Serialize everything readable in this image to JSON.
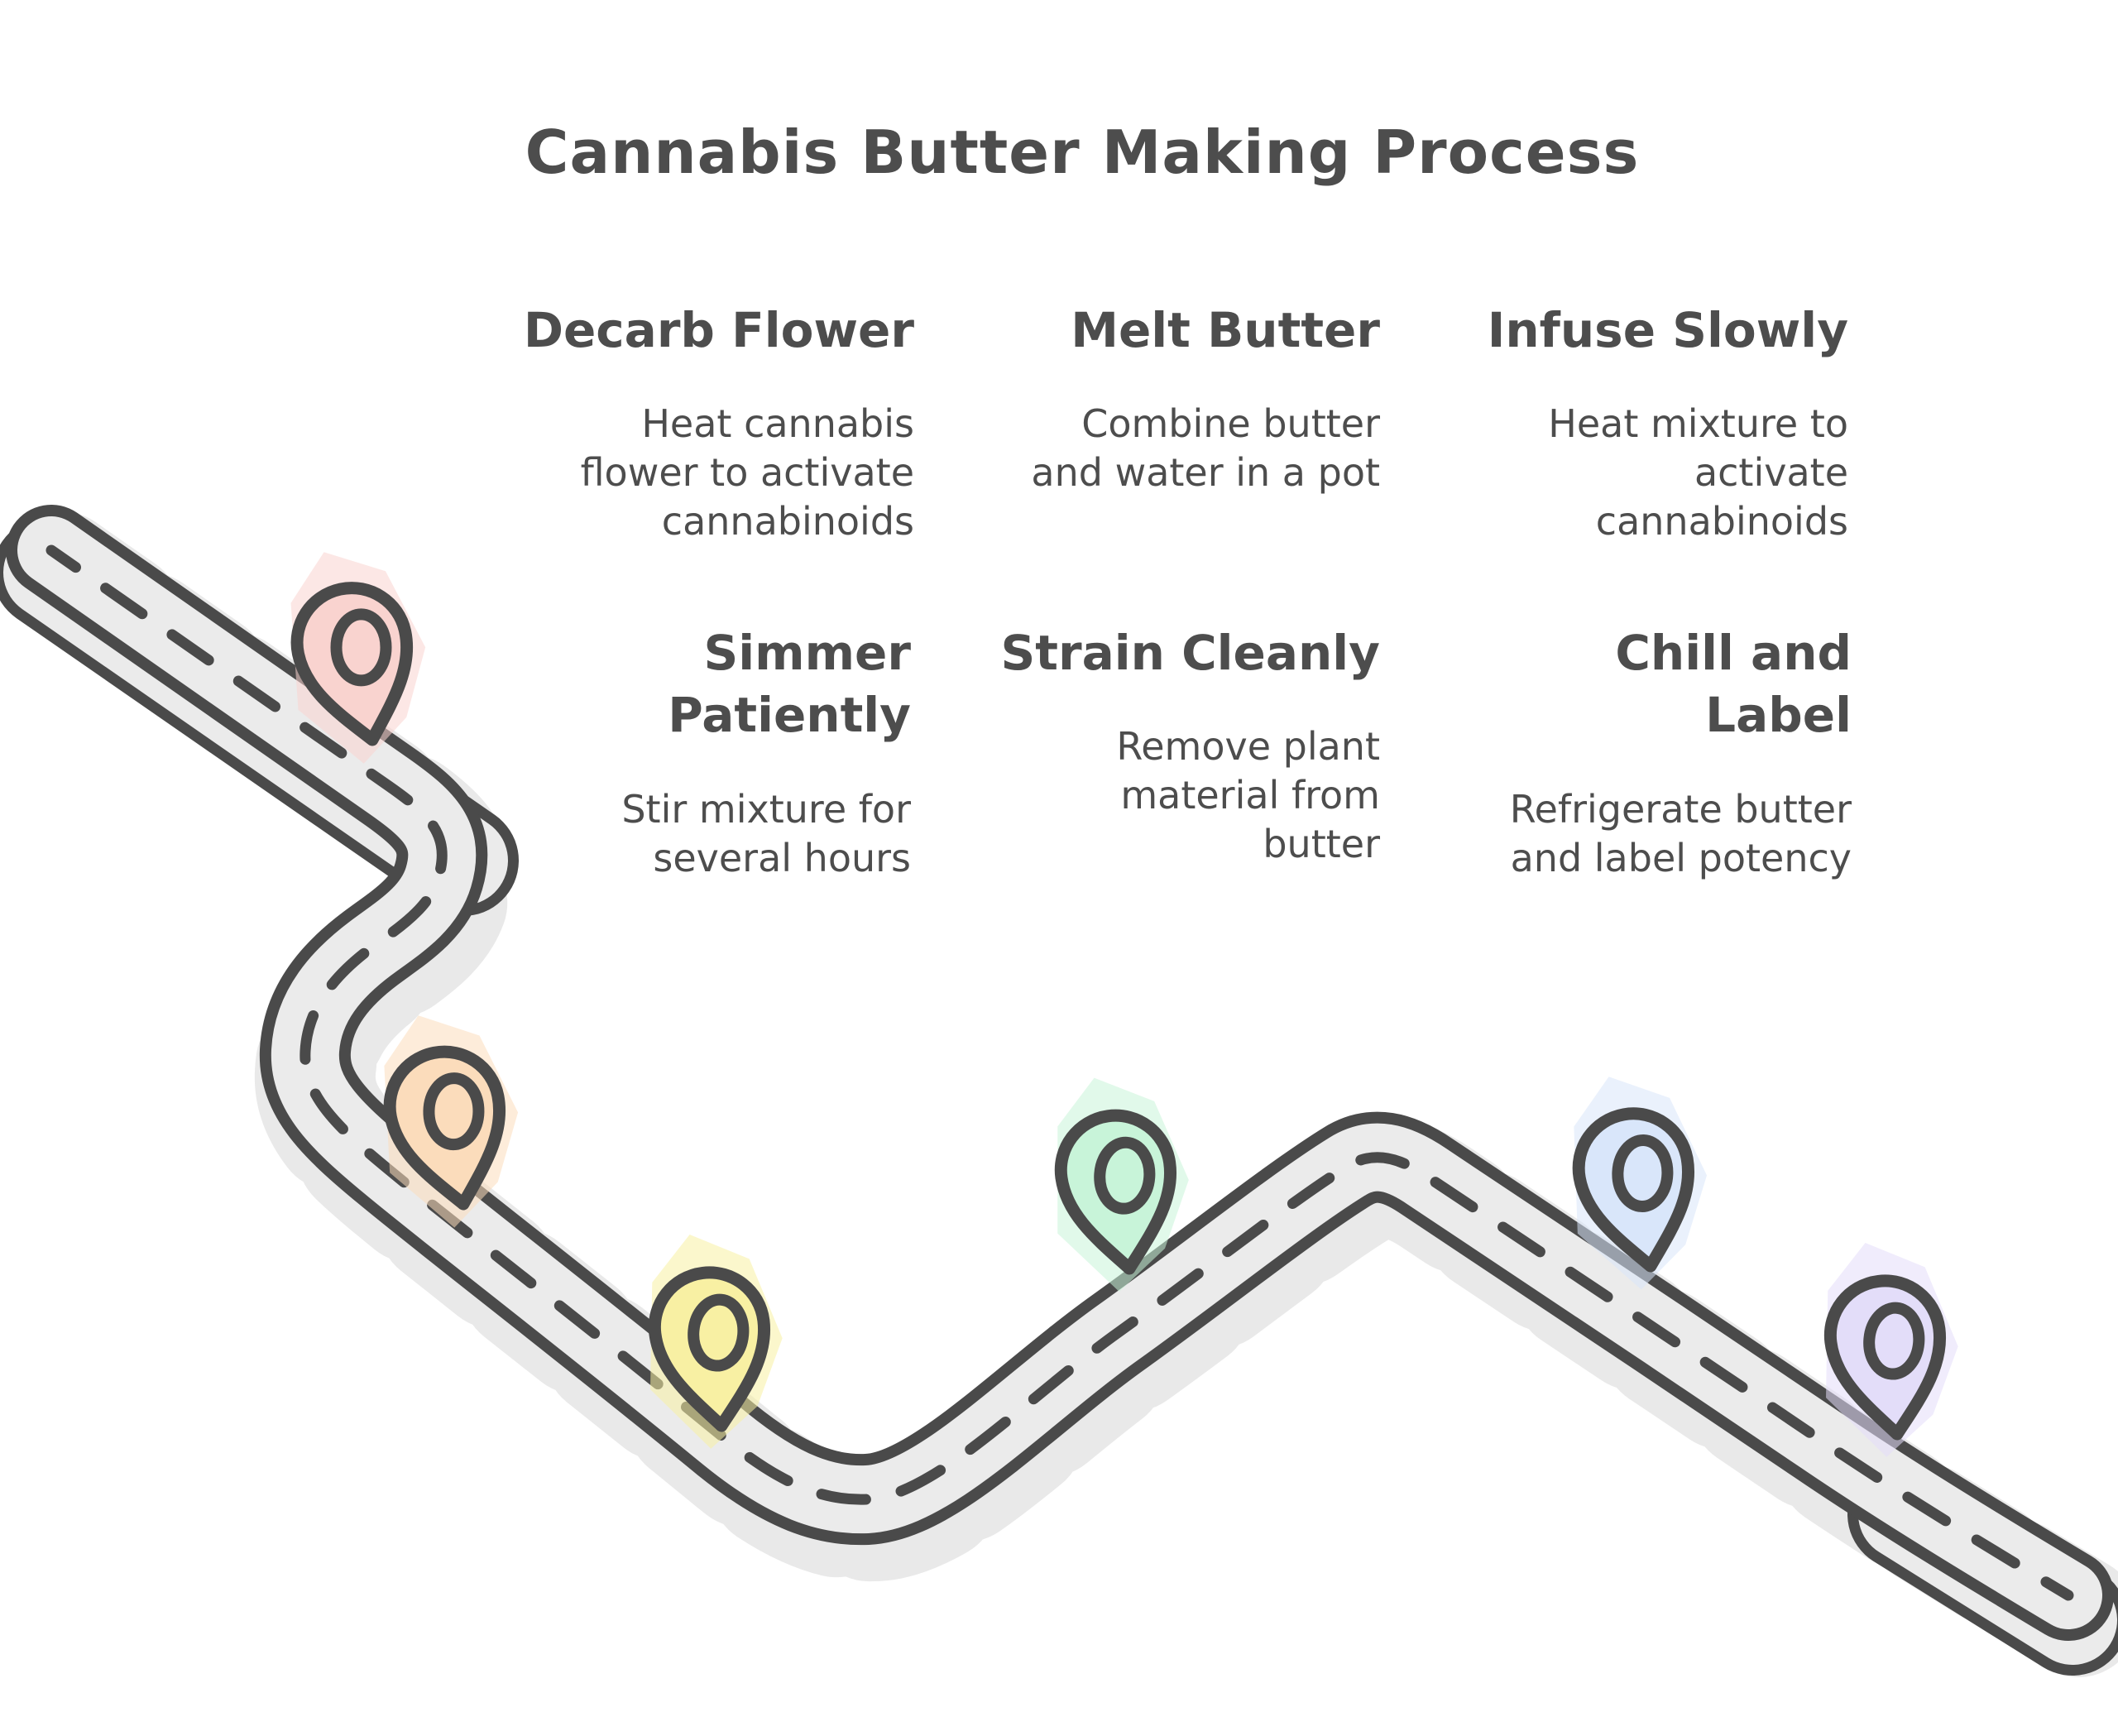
{
  "title": "Cannabis Butter Making Process",
  "colors": {
    "text": "#4d4d4d",
    "road_edge": "#4a4a4a",
    "road_fill": "#ebebeb",
    "road_shadow": "#e9e9e9",
    "dash_line": "#4a4a4a",
    "background": "#ffffff"
  },
  "steps": [
    {
      "title": "Decarb Flower",
      "description": "Heat cannabis\nflower to activate\ncannabinoids",
      "pin_color": "#f9d3cf",
      "pin_name": "pink map pin"
    },
    {
      "title": "Melt Butter",
      "description": "Combine butter\nand water in a pot",
      "pin_color": "#fbdcbb",
      "pin_name": "orange map pin"
    },
    {
      "title": "Infuse Slowly",
      "description": "Heat mixture to\nactivate\ncannabinoids",
      "pin_color": "#f8f0a3",
      "pin_name": "yellow map pin"
    },
    {
      "title": "Simmer\nPatiently",
      "description": "Stir mixture for\nseveral hours",
      "pin_color": "#c8f4d9",
      "pin_name": "green map pin"
    },
    {
      "title": "Strain Cleanly",
      "description": "Remove plant\nmaterial from\nbutter",
      "pin_color": "#d9e6fa",
      "pin_name": "blue map pin"
    },
    {
      "title": "Chill and\nLabel",
      "description": "Refrigerate butter\nand label potency",
      "pin_color": "#e3ddf9",
      "pin_name": "purple map pin"
    }
  ]
}
